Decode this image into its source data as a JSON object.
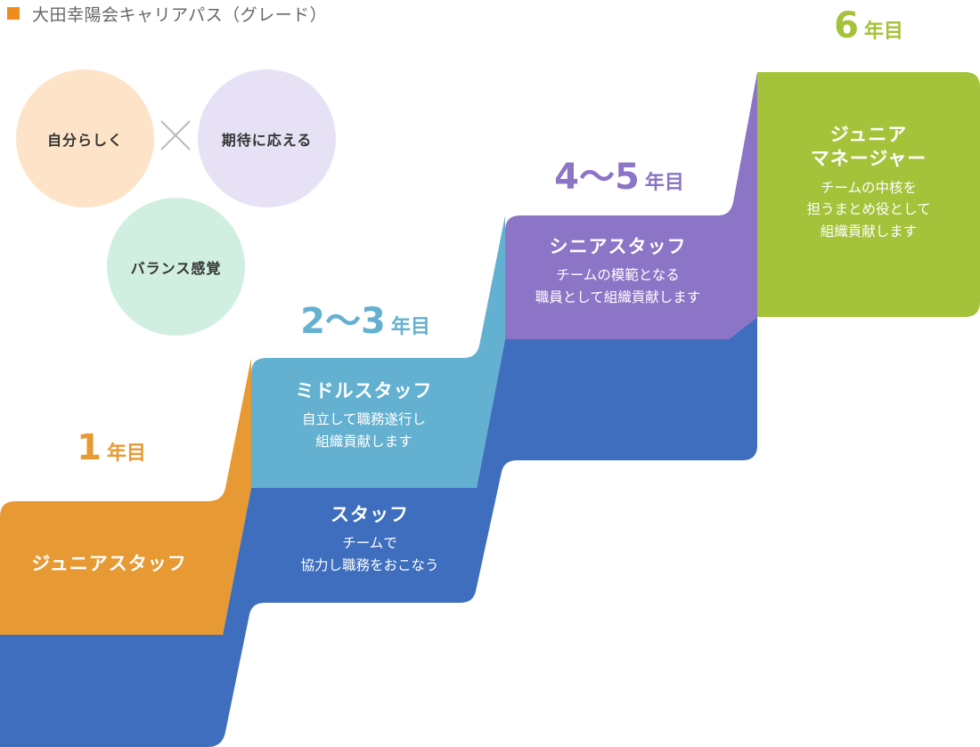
{
  "header": {
    "title": "大田幸陽会キャリアパス（グレード）"
  },
  "values": {
    "circle_1": "自分らしく",
    "circle_2": "期待に応える",
    "circle_3": "バランス感覚"
  },
  "grades": [
    {
      "years_num": "1",
      "years_unit": "年目",
      "name": "ジュニアスタッフ"
    },
    {
      "name": "スタッフ",
      "desc_1": "チームで",
      "desc_2": "協力し職務をおこなう"
    },
    {
      "years_num": "2～3",
      "years_unit": "年目",
      "name": "ミドルスタッフ",
      "desc_1": "自立して職務遂行し",
      "desc_2": "組織貢献します"
    },
    {
      "years_num": "4～5",
      "years_unit": "年目",
      "name": "シニアスタッフ",
      "desc_1": "チームの模範となる",
      "desc_2": "職員として組織貢献します"
    },
    {
      "years_num": "6",
      "years_unit": "年目",
      "name_1": "ジュニア",
      "name_2": "マネージャー",
      "desc_1": "チームの中核を",
      "desc_2": "担うまとめ役として",
      "desc_3": "組織貢献します"
    }
  ],
  "colors": {
    "accent_square": "#f08c1e",
    "junior_staff": "#e79a33",
    "staff": "#3e6ebd",
    "middle_staff": "#64b0d0",
    "senior_staff": "#8c74c6",
    "junior_manager": "#a4c23a",
    "year_1": "#e79a33",
    "year_2_3": "#64b0d0",
    "year_4_5": "#8c74c6",
    "year_6": "#a4c23a",
    "circle_1": "#fde3c8",
    "circle_2": "#e6e1f5",
    "circle_3": "#d0efe1"
  }
}
